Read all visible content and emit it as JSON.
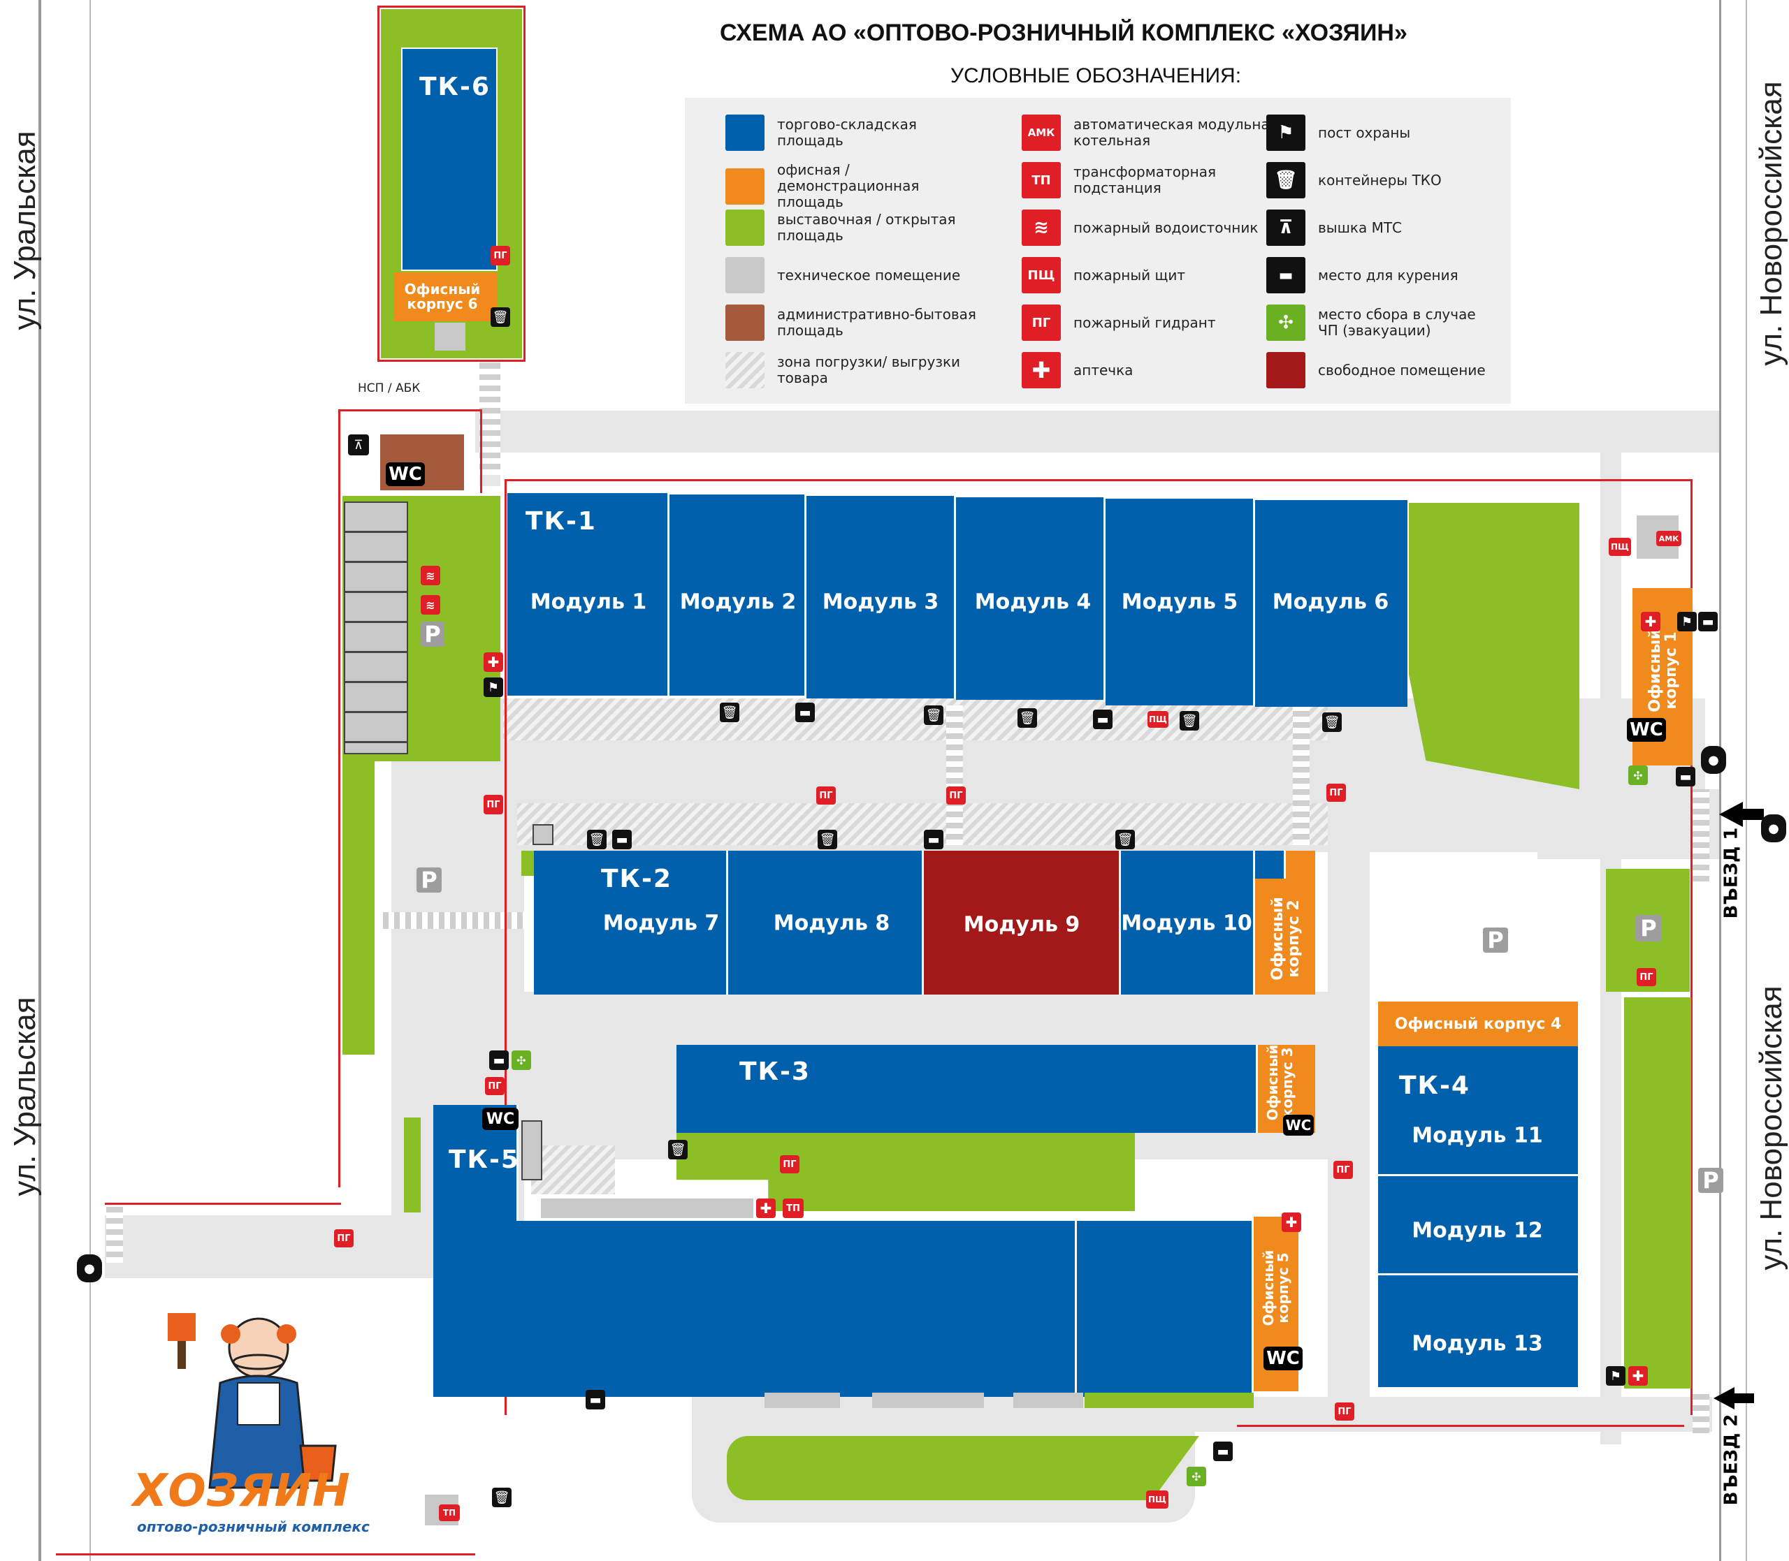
{
  "title": "СХЕМА АО «ОПТОВО-РОЗНИЧНЫЙ КОМПЛЕКС «ХОЗЯИН»",
  "legend": {
    "title": "УСЛОВНЫЕ ОБОЗНАЧЕНИЯ:",
    "items": [
      {
        "label": "торгово-складская площадь",
        "color": "#0060ac",
        "icon": ""
      },
      {
        "label": "офисная / демонстрационная площадь",
        "color": "#f08a1c",
        "icon": ""
      },
      {
        "label": "выставочная / открытая площадь",
        "color": "#8cbf26",
        "icon": ""
      },
      {
        "label": "техническое помещение",
        "color": "#c8c8c8",
        "icon": ""
      },
      {
        "label": "административно-бытовая площадь",
        "color": "#a65a3c",
        "icon": ""
      },
      {
        "label": "зона погрузки/ выгрузки товара",
        "color": "#dddddd",
        "icon": ""
      },
      {
        "label": "автоматическая модульная котельная",
        "color": "#e01e25",
        "icon": "АМК"
      },
      {
        "label": "трансформаторная подстанция",
        "color": "#e01e25",
        "icon": "ТП"
      },
      {
        "label": "пожарный водоисточник",
        "color": "#e01e25",
        "icon": "≋"
      },
      {
        "label": "пожарный щит",
        "color": "#e01e25",
        "icon": "ПЩ"
      },
      {
        "label": "пожарный гидрант",
        "color": "#e01e25",
        "icon": "ПГ"
      },
      {
        "label": "аптечка",
        "color": "#e01e25",
        "icon": "✚"
      },
      {
        "label": "пост охраны",
        "color": "#111111",
        "icon": "⚑"
      },
      {
        "label": "контейнеры ТКО",
        "color": "#111111",
        "icon": "🗑"
      },
      {
        "label": "вышка МТС",
        "color": "#111111",
        "icon": "⊼"
      },
      {
        "label": "место для курения",
        "color": "#111111",
        "icon": "▬"
      },
      {
        "label": "место сбора в случае ЧП (эвакуации)",
        "color": "#6ab023",
        "icon": "✣"
      },
      {
        "label": "свободное помещение",
        "color": "#a31919",
        "icon": ""
      }
    ]
  },
  "streets": {
    "west_top": "ул. Уральская",
    "west_bottom": "ул. Уральская",
    "east_top": "ул. Новороссийская",
    "east_bottom": "ул. Новороссийская"
  },
  "entrances": {
    "entry1": "ВЪЕЗД 1",
    "entry2": "ВЪЕЗД 2"
  },
  "buildings": {
    "tk1": "ТК-1",
    "tk2": "ТК-2",
    "tk3": "ТК-3",
    "tk4": "ТК-4",
    "tk5": "ТК-5",
    "tk6": "ТК-6",
    "nsp": "НСП / АБК",
    "office1": "Офисный корпус 1",
    "office2": "Офисный корпус 2",
    "office3": "Офисный корпус 3",
    "office4": "Офисный корпус 4",
    "office5": "Офисный корпус 5",
    "office6": "Офисный корпус 6"
  },
  "modules": {
    "m1": "Модуль 1",
    "m2": "Модуль 2",
    "m3": "Модуль 3",
    "m4": "Модуль 4",
    "m5": "Модуль 5",
    "m6": "Модуль 6",
    "m7": "Модуль 7",
    "m8": "Модуль 8",
    "m9": "Модуль 9",
    "m10": "Модуль 10",
    "m11": "Модуль 11",
    "m12": "Модуль 12",
    "m13": "Модуль 13"
  },
  "marks": {
    "pg": "ПГ",
    "psch": "ПЩ",
    "tp": "ТП",
    "amk": "АМК",
    "wc": "WC",
    "parking": "P"
  },
  "logo": {
    "brand": "ХОЗЯИН",
    "tagline": "оптово-розничный комплекс"
  }
}
